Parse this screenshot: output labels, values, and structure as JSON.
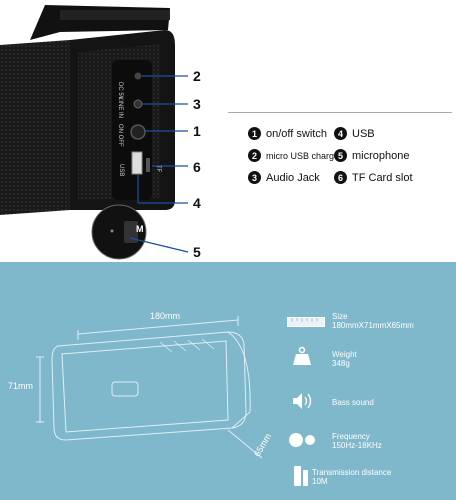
{
  "callouts": [
    "2",
    "3",
    "1",
    "6",
    "4",
    "5"
  ],
  "device_labels": {
    "dc": "DC 5V",
    "line_in": "LINE IN",
    "on_off": "ON OFF",
    "usb": "USB",
    "tf": "TF",
    "mic_button": "M"
  },
  "legend": [
    {
      "num": "1",
      "label": "on/off switch"
    },
    {
      "num": "4",
      "label": "USB"
    },
    {
      "num": "2",
      "label": "micro USB charger"
    },
    {
      "num": "5",
      "label": "microphone"
    },
    {
      "num": "3",
      "label": "Audio Jack"
    },
    {
      "num": "6",
      "label": "TF Card slot"
    }
  ],
  "dimensions": {
    "width": "180mm",
    "height": "71mm",
    "depth": "65mm"
  },
  "specs": [
    {
      "title": "Size",
      "value": "180mmX71mmX65mm",
      "icon": "ruler-icon"
    },
    {
      "title": "Weight",
      "value": "348g",
      "icon": "weight-icon"
    },
    {
      "title": "Bass sound",
      "value": "",
      "icon": "speaker-icon"
    },
    {
      "title": "Frequency",
      "value": "150Hz-18KHz",
      "icon": "frequency-icon"
    },
    {
      "title": "Transmission distance",
      "value": "10M",
      "icon": "bluetooth-range-icon"
    }
  ],
  "colors": {
    "panel_blue": "#7fb7cb",
    "callout_line": "#1a4fa0"
  }
}
